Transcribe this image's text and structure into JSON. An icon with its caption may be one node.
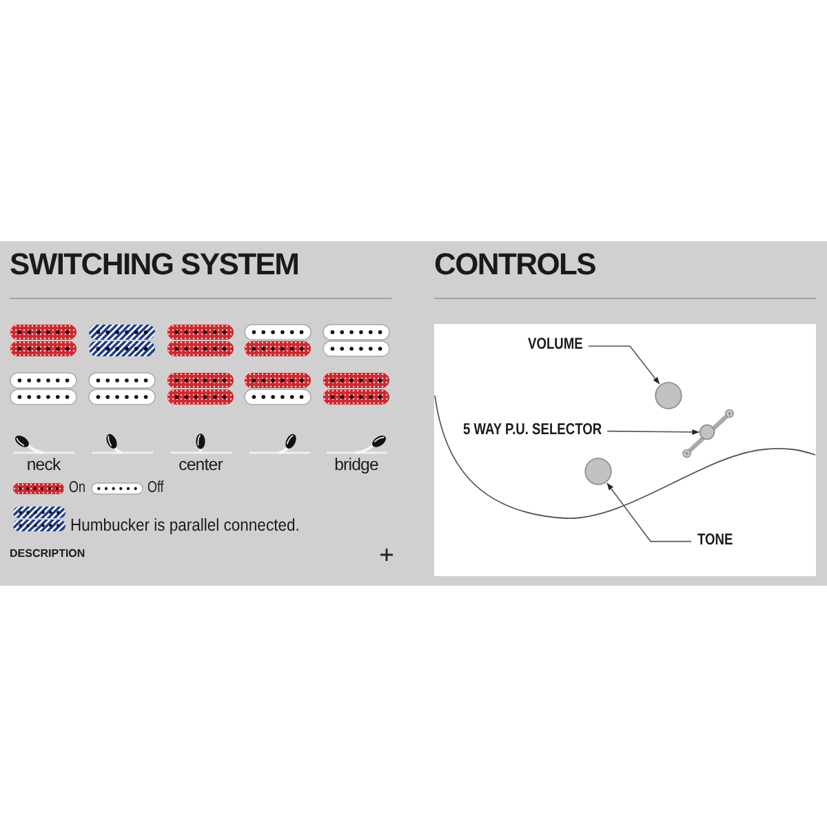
{
  "diagram": {
    "nodes": [
      {
        "text": [
          "VOLUME"
        ]
      },
      {
        "text": [],
        "shape": "circle"
      },
      {
        "text": [
          "5 WAY P.U. SELECTOR"
        ]
      },
      {
        "text": [],
        "shape": "picture"
      },
      {
        "text": [],
        "shape": "circle"
      },
      {
        "text": [
          "TONE"
        ]
      }
    ],
    "edges": [
      {
        "from": 0,
        "to": 1,
        "arrow": "to"
      },
      {
        "from": 2,
        "to": 3,
        "arrow": "to"
      },
      {
        "from": 5,
        "to": 4,
        "arrow": "to"
      }
    ],
    "labels": [
      "SWITCHING SYSTEM",
      "CONTROLS",
      "neck",
      "center",
      "bridge",
      "DESCRIPTION"
    ],
    "legend": [
      {
        "text": "On",
        "color": "#d4262c"
      },
      {
        "text": "Off",
        "color": "#ffffff"
      },
      {
        "text": "Humbucker is parallel connected.",
        "color": "#1d3c8c"
      }
    ]
  }
}
